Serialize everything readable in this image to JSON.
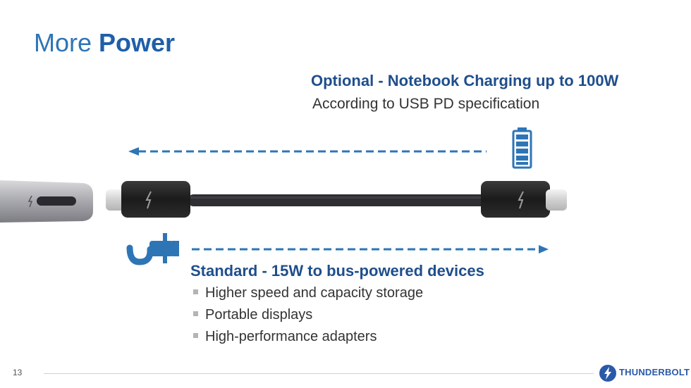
{
  "slide": {
    "title_light": "More ",
    "title_bold": "Power",
    "page_number": "13"
  },
  "optional": {
    "heading": "Optional - Notebook Charging up to 100W",
    "subtext": "According to USB PD specification"
  },
  "standard": {
    "heading": "Standard - 15W to bus-powered devices",
    "bullets": [
      "Higher speed and capacity storage",
      "Portable displays",
      "High-performance adapters"
    ]
  },
  "footer": {
    "brand": "THUNDERBOLT"
  },
  "colors": {
    "accent": "#2e75b6",
    "heading": "#1f4e8c",
    "arrow": "#2e75b6"
  },
  "icons": [
    "battery-icon",
    "power-plug-icon",
    "thunderbolt-logo-icon"
  ]
}
